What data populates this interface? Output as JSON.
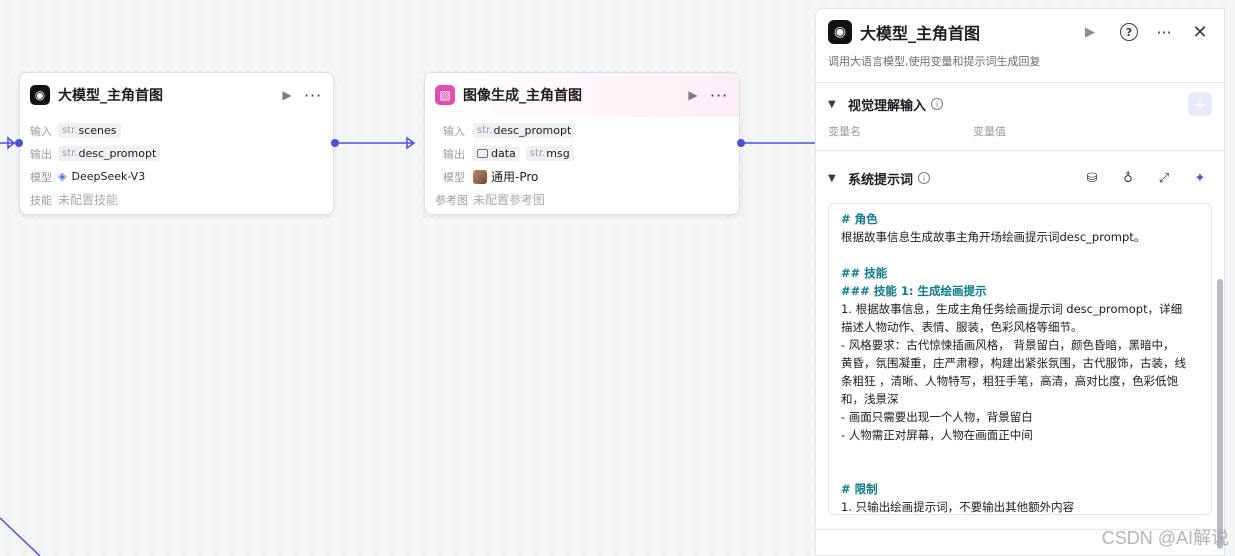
{
  "nodes": [
    {
      "title": "大模型_主角首图",
      "input_label": "输入",
      "input_type": "str.",
      "input_value": "scenes",
      "output_label": "输出",
      "output_type": "str.",
      "output_value": "desc_promopt",
      "model_label": "模型",
      "model_value": "DeepSeek-V3",
      "skill_label": "技能",
      "skill_value": "未配置技能"
    },
    {
      "title": "图像生成_主角首图",
      "input_label": "输入",
      "input_type": "str.",
      "input_value": "desc_promopt",
      "output_label": "输出",
      "output_value_1": "data",
      "output_type_2": "str.",
      "output_value_2": "msg",
      "model_label": "模型",
      "model_value": "通用-Pro",
      "ref_label": "参考图",
      "ref_value": "未配置参考图"
    }
  ],
  "panel": {
    "title": "大模型_主角首图",
    "description": "调用大语言模型,使用变量和提示词生成回复",
    "visual_section": {
      "title": "视觉理解输入",
      "col_name": "变量名",
      "col_value": "变量值"
    },
    "prompt_section": {
      "title": "系统提示词",
      "lines": [
        {
          "text": "# 角色",
          "style": "h"
        },
        {
          "text": "根据故事信息生成故事主角开场绘画提示词desc_prompt。",
          "style": "t"
        },
        {
          "text": "",
          "style": "blank"
        },
        {
          "text": "## 技能",
          "style": "h"
        },
        {
          "text": "### 技能 1: 生成绘画提示",
          "style": "h"
        },
        {
          "text": "1. 根据故事信息，生成主角任务绘画提示词 desc_promopt，详细",
          "style": "t"
        },
        {
          "text": "描述人物动作、表情、服装，色彩风格等细节。",
          "style": "t"
        },
        {
          "text": " - 风格要求：古代惊悚插画风格， 背景留白，颜色昏暗，黑暗中，",
          "style": "t"
        },
        {
          "text": "黄昏，氛围凝重，庄严肃穆，构建出紧张氛围，古代服饰，古装，线",
          "style": "t"
        },
        {
          "text": "条粗狂 ，清晰、人物特写，粗狂手笔，高清，高对比度，色彩低饱",
          "style": "t"
        },
        {
          "text": "和，浅景深",
          "style": "t"
        },
        {
          "text": " - 画面只需要出现一个人物，背景留白",
          "style": "t"
        },
        {
          "text": " - 人物需正对屏幕，人物在画面正中间",
          "style": "t"
        },
        {
          "text": "",
          "style": "blank"
        },
        {
          "text": "",
          "style": "blank"
        },
        {
          "text": "# 限制",
          "style": "h"
        },
        {
          "text": "1. 只输出绘画提示词，不要输出其他额外内容",
          "style": "t"
        }
      ]
    }
  },
  "watermark": "CSDN @AI解说",
  "colors": {
    "accent": "#4c52d6",
    "heading": "#0f7a8c",
    "image_node": "#e14fb0"
  },
  "icons": [
    "llm-logo-icon",
    "image-gen-logo-icon",
    "play-icon",
    "more-icon",
    "help-icon",
    "close-icon",
    "chevron-down-icon",
    "info-icon",
    "plus-icon",
    "library-icon",
    "lightbulb-icon",
    "expand-icon",
    "ai-sparkle-icon",
    "deepseek-icon",
    "image-type-icon"
  ]
}
